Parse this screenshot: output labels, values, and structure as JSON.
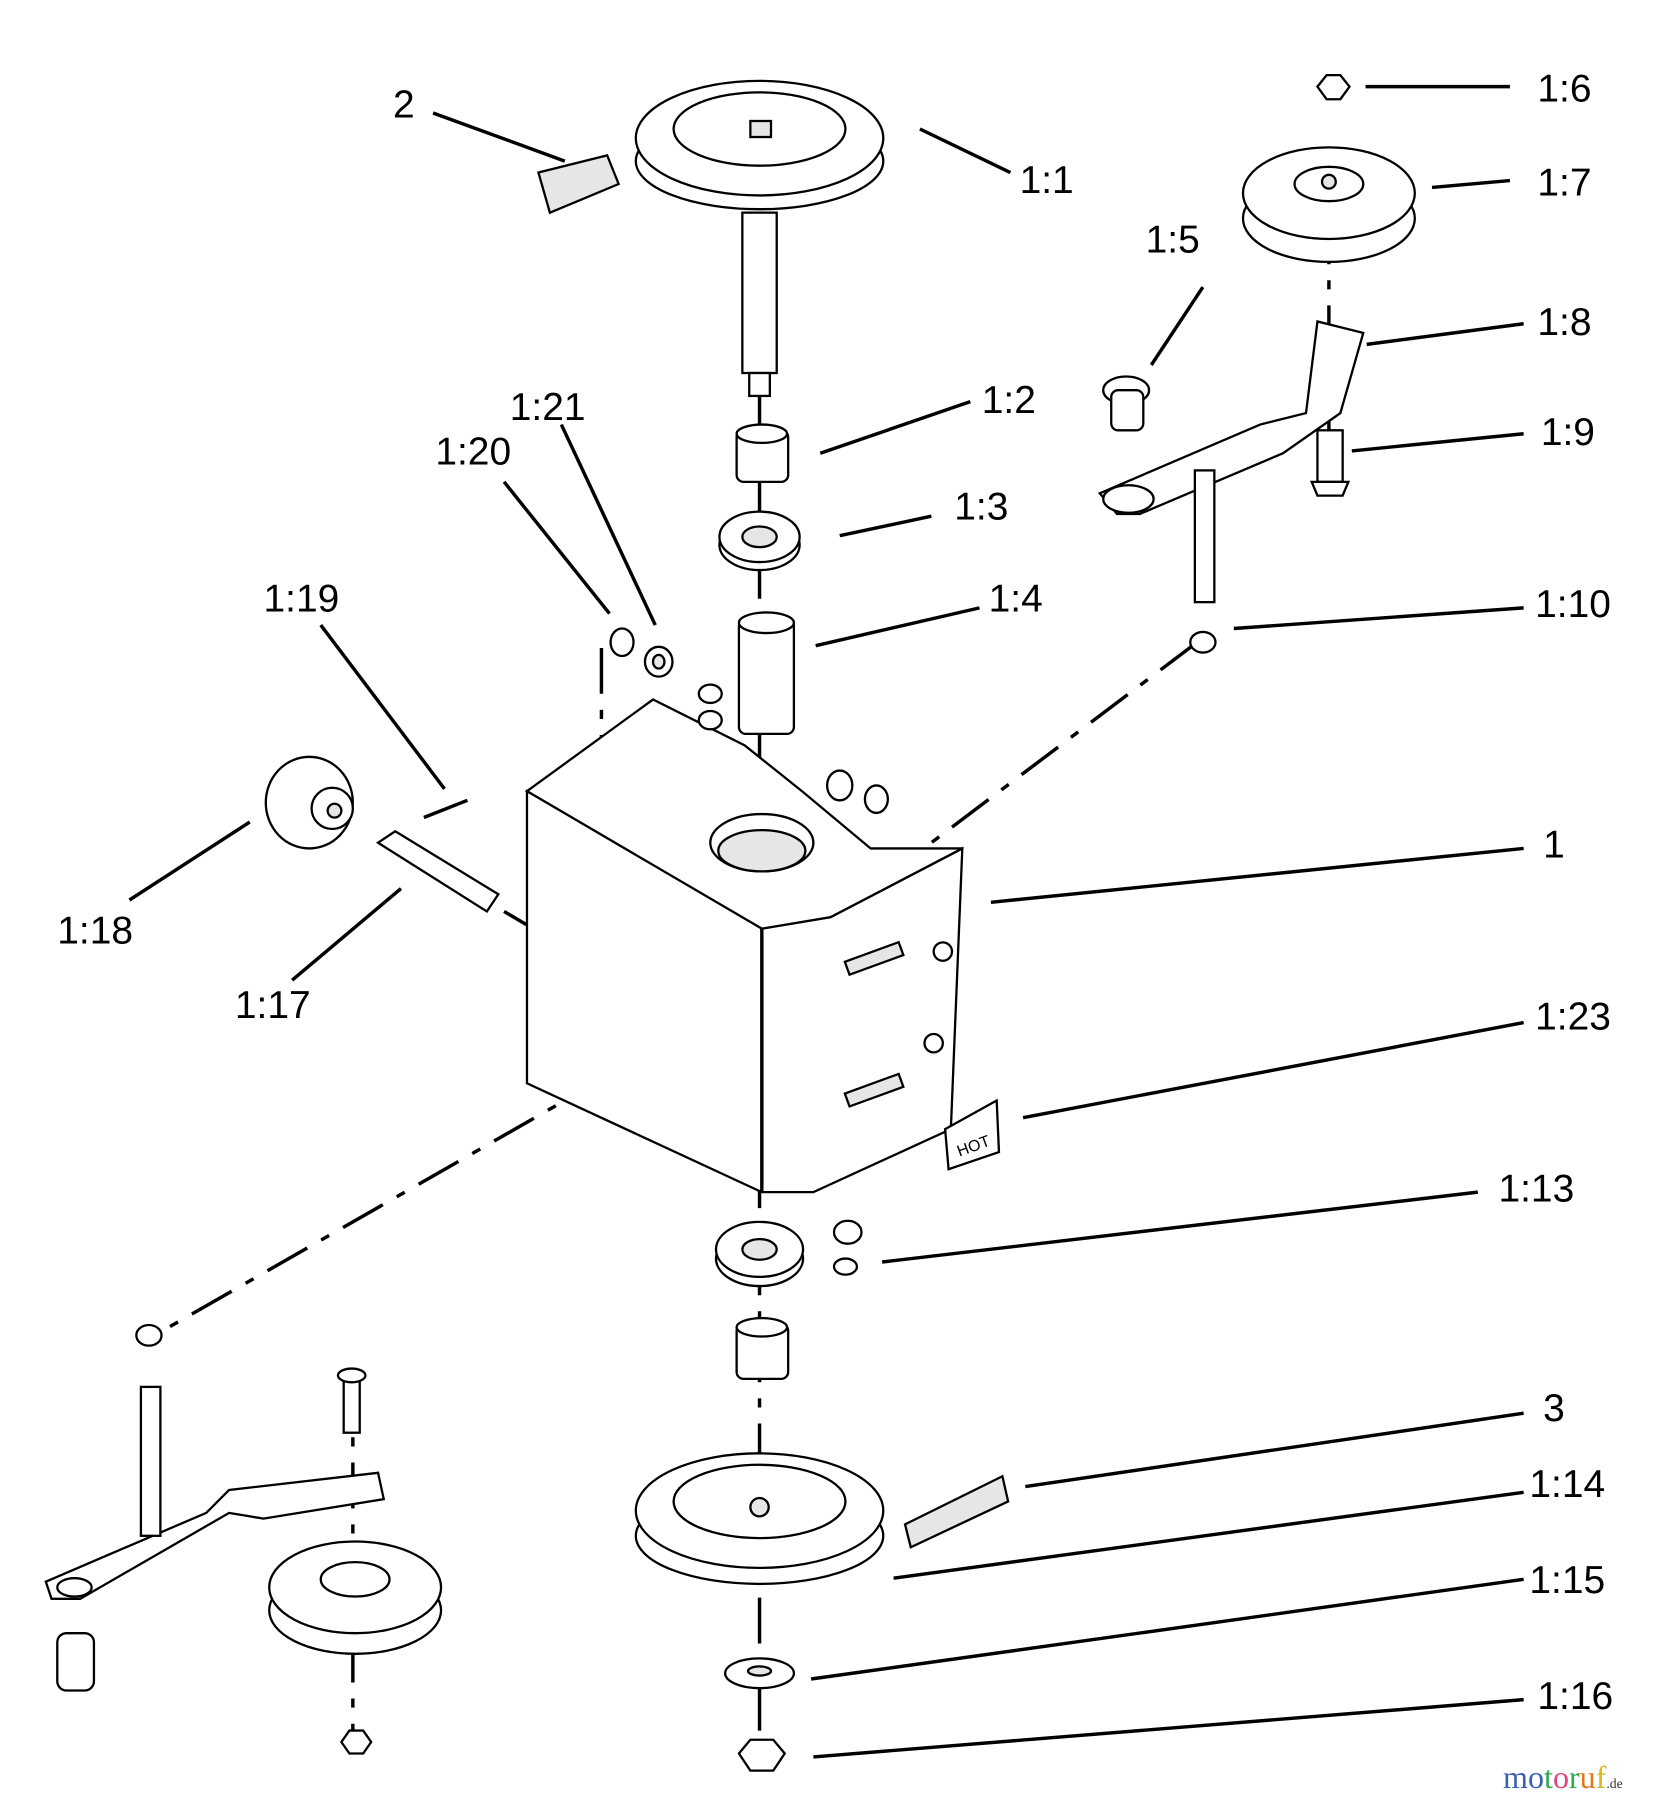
{
  "diagram": {
    "callouts": [
      {
        "id": "2",
        "text": "2"
      },
      {
        "id": "1_1",
        "text": "1:1"
      },
      {
        "id": "1_6",
        "text": "1:6"
      },
      {
        "id": "1_7",
        "text": "1:7"
      },
      {
        "id": "1_5",
        "text": "1:5"
      },
      {
        "id": "1_8",
        "text": "1:8"
      },
      {
        "id": "1_21",
        "text": "1:21"
      },
      {
        "id": "1_2",
        "text": "1:2"
      },
      {
        "id": "1_20",
        "text": "1:20"
      },
      {
        "id": "1_9",
        "text": "1:9"
      },
      {
        "id": "1_3",
        "text": "1:3"
      },
      {
        "id": "1_19",
        "text": "1:19"
      },
      {
        "id": "1_4",
        "text": "1:4"
      },
      {
        "id": "1_10",
        "text": "1:10"
      },
      {
        "id": "1",
        "text": "1"
      },
      {
        "id": "1_18",
        "text": "1:18"
      },
      {
        "id": "1_17",
        "text": "1:17"
      },
      {
        "id": "1_23",
        "text": "1:23"
      },
      {
        "id": "1_13",
        "text": "1:13"
      },
      {
        "id": "3",
        "text": "3"
      },
      {
        "id": "1_14",
        "text": "1:14"
      },
      {
        "id": "1_15",
        "text": "1:15"
      },
      {
        "id": "1_16",
        "text": "1:16"
      }
    ],
    "decal_text": "HOT"
  },
  "watermark": {
    "letters": [
      "m",
      "o",
      "t",
      "o",
      "r",
      "u",
      "f"
    ],
    "colors": [
      "#3b5fb5",
      "#3b5fb5",
      "#2fa84f",
      "#e0457b",
      "#2fa84f",
      "#e07a1f",
      "#e0b41f"
    ],
    "suffix": ".de"
  }
}
